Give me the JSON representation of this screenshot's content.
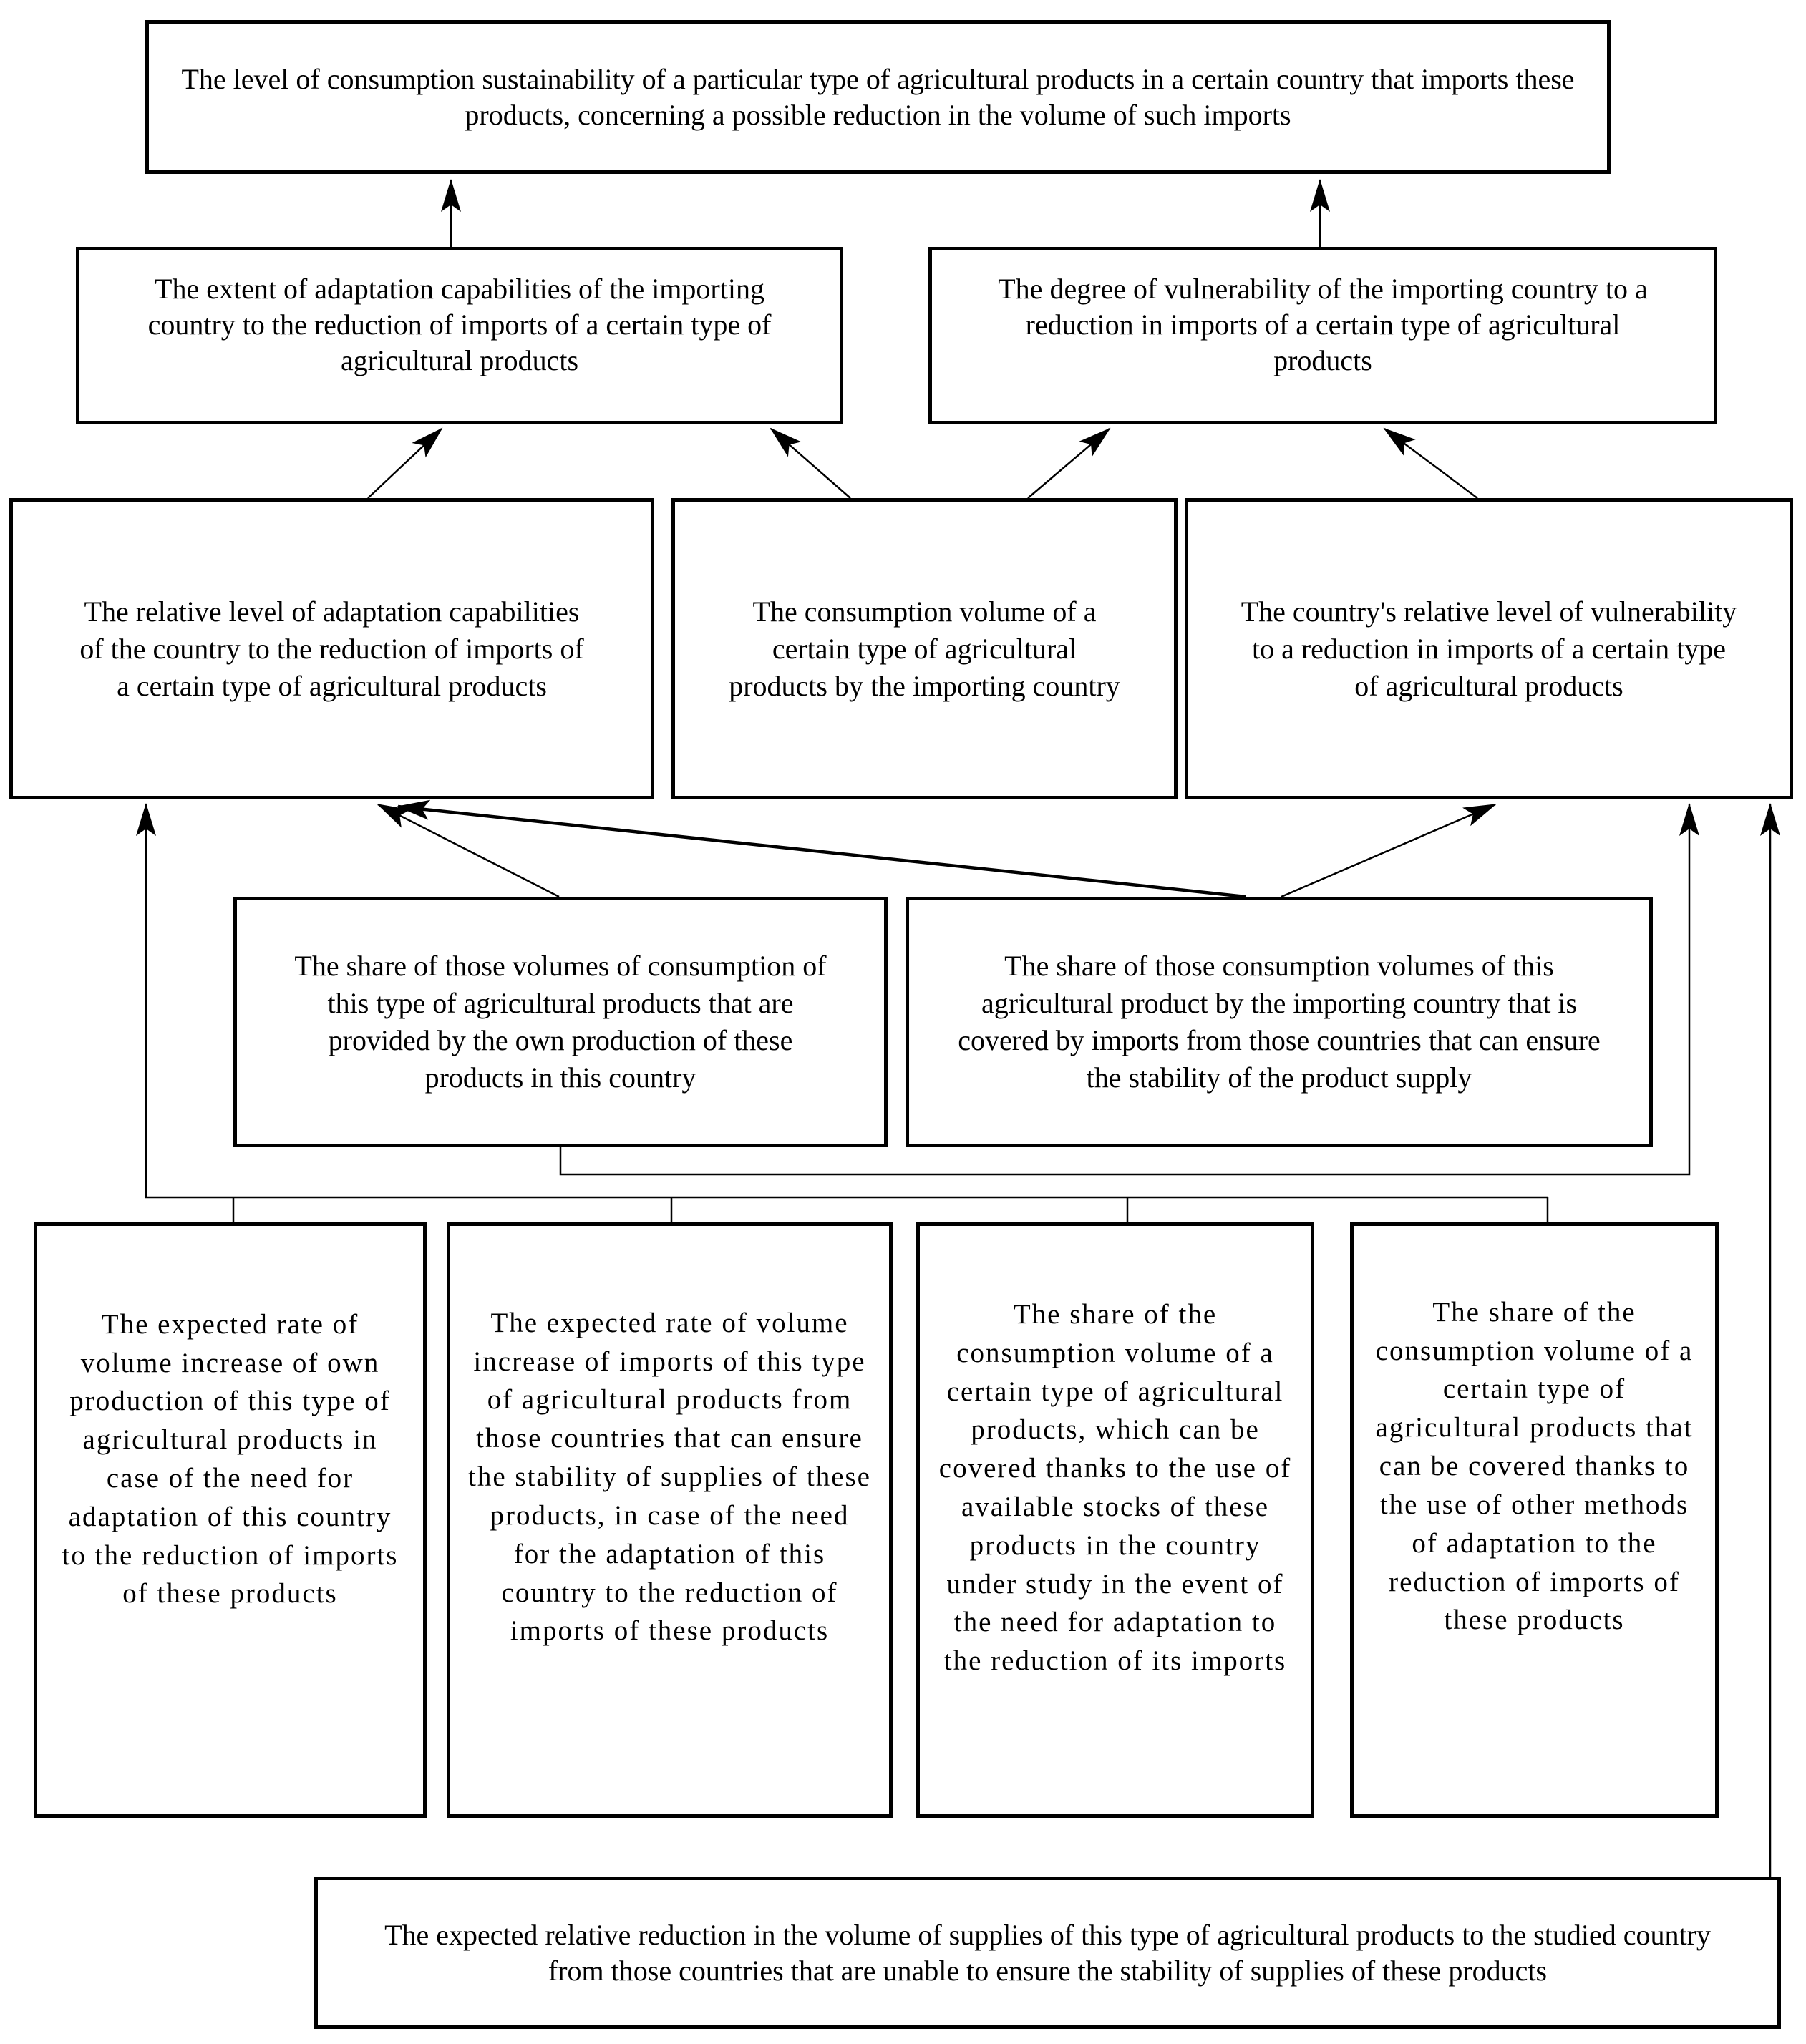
{
  "diagram": {
    "colors": {
      "background": "#ffffff",
      "line": "#000000",
      "text": "#000000"
    },
    "boxes": {
      "top_level_sustainability": {
        "text": "The level of consumption sustainability of a particular type of agricultural products in a certain country that imports these products, concerning a possible reduction in the volume of such imports"
      },
      "adaptation_extent": {
        "text": "The extent of adaptation capabilities of the importing country to the reduction of imports of a certain type of agricultural products"
      },
      "vulnerability_degree": {
        "text": "The degree of vulnerability of the importing country to a reduction in imports of a certain type of agricultural products"
      },
      "adaptation_relative_level": {
        "text": "The relative level of adaptation capabilities of the country to the reduction of imports of a certain type of agricultural products"
      },
      "consumption_volume": {
        "text": "The consumption volume of a certain type of agricultural products by the importing country"
      },
      "vulnerability_relative_level": {
        "text": "The country's relative level of vulnerability to a reduction in imports of a certain type of agricultural products"
      },
      "own_production_share": {
        "text": "The share of those volumes of consumption of this type of agricultural products that are provided by the own production of these products in this country"
      },
      "stable_imports_share": {
        "text": "The share of those consumption volumes of this agricultural product by the importing country that is covered by imports from those countries that can ensure the stability of the product supply"
      },
      "own_production_growth_rate": {
        "text": "The expected rate of volume increase of own production of this type of agricultural products in case of the need for adaptation of this country to the reduction of imports of these products"
      },
      "imports_growth_rate": {
        "text": "The expected rate of volume increase of imports of this type of agricultural products from those countries that can ensure the stability of supplies of these products, in case of the need for the adaptation of this country to the reduction of imports of these products"
      },
      "stocks_coverage_share": {
        "text": "The share of the consumption volume of a certain type of agricultural products, which can be covered thanks to the use of available stocks of these products in the country under study in the event of the need for adaptation to the reduction of its imports"
      },
      "other_methods_coverage_share": {
        "text": "The share of the consumption volume of a certain type of agricultural products that can be covered thanks to the use of other methods of adaptation to the reduction of imports of these products"
      },
      "expected_supply_reduction": {
        "text": "The expected relative reduction in the volume of supplies of this type of agricultural products to the studied country from those countries that are unable to ensure the stability of supplies of these products"
      }
    }
  }
}
